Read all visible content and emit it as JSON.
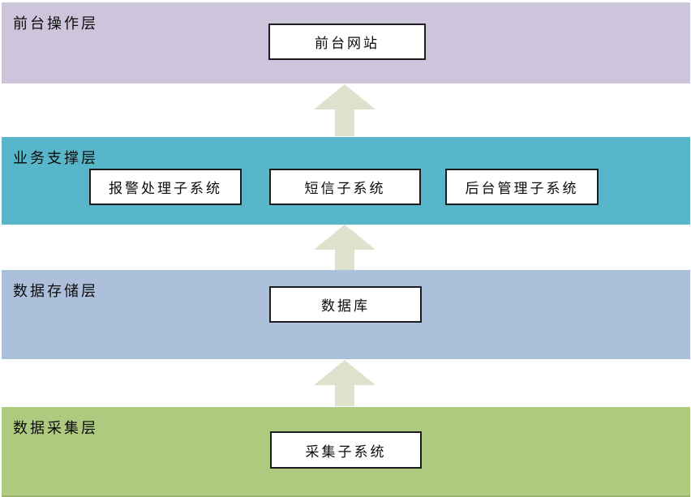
{
  "diagram": {
    "type": "layered-architecture",
    "flow_direction": "bottom-to-top",
    "arrow_color": "#dce2cc",
    "node_style": {
      "background": "#ffffff",
      "border_color": "#1c1c1c",
      "text_color": "#000000"
    },
    "layers": [
      {
        "label": "前台操作层",
        "color": "#cdc5db",
        "boxes": [
          {
            "label": "前台网站"
          }
        ]
      },
      {
        "label": "业务支撑层",
        "color": "#58b6ca",
        "boxes": [
          {
            "label": "报警处理子系统"
          },
          {
            "label": "短信子系统"
          },
          {
            "label": "后台管理子系统"
          }
        ]
      },
      {
        "label": "数据存储层",
        "color": "#acc0db",
        "boxes": [
          {
            "label": "数据库"
          }
        ]
      },
      {
        "label": "数据采集层",
        "color": "#aeca7e",
        "boxes": [
          {
            "label": "采集子系统"
          }
        ]
      }
    ]
  }
}
